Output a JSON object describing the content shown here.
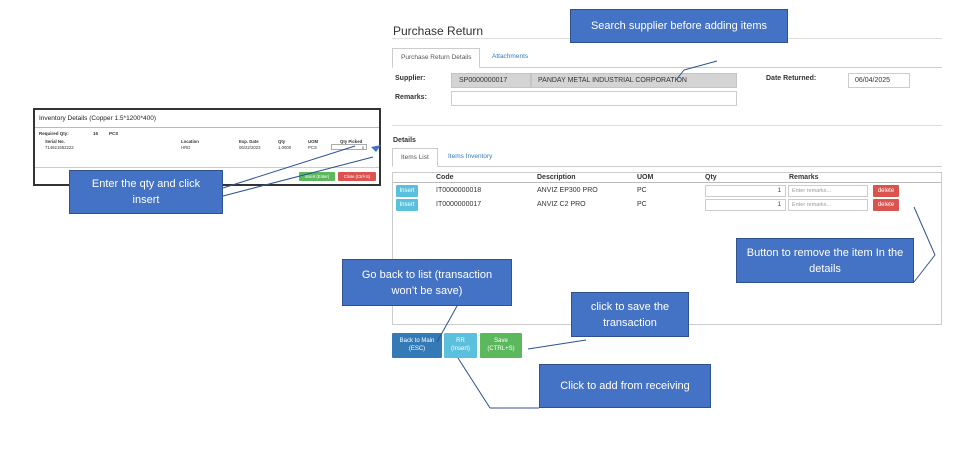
{
  "popup": {
    "title": "Inventory Details (Copper 1.5*1200*400)",
    "required_qty_label": "Required Qty:",
    "required_qty_value": "15",
    "required_qty_unit": "PCS",
    "columns": [
      "Serial No.",
      "Location",
      "Exp. Date",
      "Qty",
      "UOM",
      "Qty Picked"
    ],
    "row": {
      "serial": "714921552222",
      "location": "HRD",
      "exp_date": "06/22/2023",
      "qty": "1.0000",
      "uom": "PCS",
      "picked": "0"
    },
    "insert_label": "Insert (Enter)",
    "close_label": "Close (Ctrl+S)"
  },
  "page": {
    "title": "Purchase Return"
  },
  "top_tabs": [
    "Purchase Return Details",
    "Attachments"
  ],
  "form": {
    "supplier_label": "Supplier:",
    "supplier_code": "SP0000000017",
    "supplier_name": "PANDAY METAL INDUSTRIAL CORPORATION",
    "date_label": "Date Returned:",
    "date_value": "06/04/2025",
    "remarks_label": "Remarks:"
  },
  "details": {
    "label": "Details",
    "tabs": [
      "Items List",
      "Items Inventory"
    ],
    "columns": [
      "Code",
      "Description",
      "UOM",
      "Qty",
      "Remarks"
    ],
    "rows": [
      {
        "insert": "Insert",
        "code": "IT0000000018",
        "description": "ANVIZ EP300 PRO",
        "uom": "PC",
        "qty": "1",
        "remarks_placeholder": "Enter remarks...",
        "delete": "delete"
      },
      {
        "insert": "Insert",
        "code": "IT0000000017",
        "description": "ANVIZ C2 PRO",
        "uom": "PC",
        "qty": "1",
        "remarks_placeholder": "Enter remarks...",
        "delete": "delete"
      }
    ]
  },
  "actions": {
    "back_line1": "Back to Main",
    "back_line2": "(ESC)",
    "rr_line1": "RR",
    "rr_line2": "(Insert)",
    "save_line1": "Save",
    "save_line2": "(CTRL+S)"
  },
  "callouts": {
    "search_supplier": "Search supplier before adding items",
    "enter_qty": "Enter the qty and click insert",
    "go_back": "Go back to list (transaction won’t be save)",
    "save": "click to save the transaction",
    "remove": "Button to remove the item In the details",
    "receiving": "Click to add from receiving"
  },
  "colors": {
    "callout": "#4472c4",
    "green": "#5cb85c",
    "red": "#d9534f",
    "info": "#5bc0de",
    "primary": "#337ab7"
  }
}
